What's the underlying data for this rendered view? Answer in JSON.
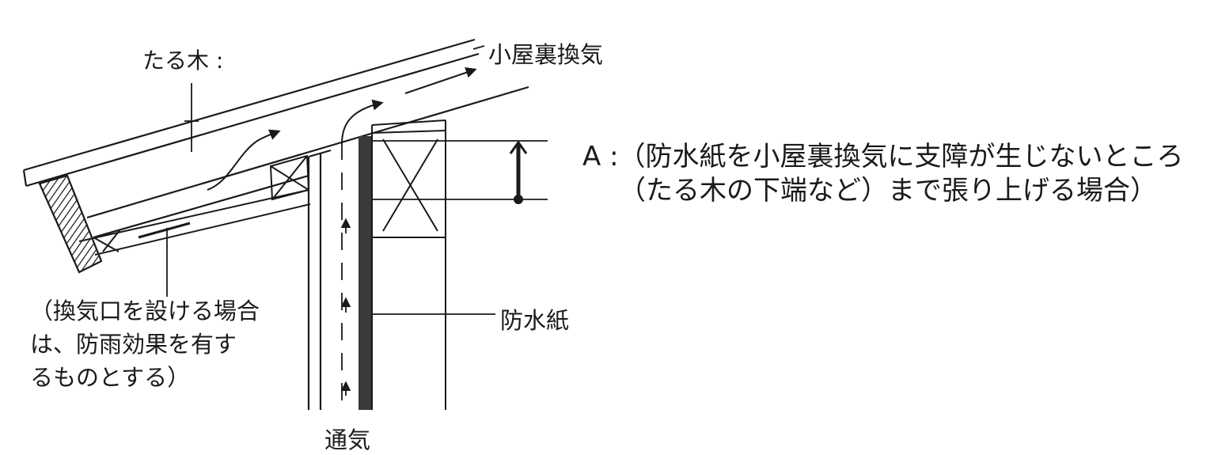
{
  "labels": {
    "rafter": "たる木 :",
    "attic_ventilation": "小屋裏換気",
    "note_a_line1": "A :（防水紙を小屋裏換気に支障が生じないところ",
    "note_a_line2": "（たる木の下端など）まで張り上げる場合）",
    "waterproof_paper": "防水紙",
    "ventilation": "通気",
    "inlet_note_line1": "（換気口を設ける場合",
    "inlet_note_line2": "は、防雨効果を有す",
    "inlet_note_line3": "るものとする）"
  },
  "colors": {
    "line": "#1a1a1a",
    "waterproof_paper": "#3a3a3a",
    "background": "#ffffff"
  }
}
